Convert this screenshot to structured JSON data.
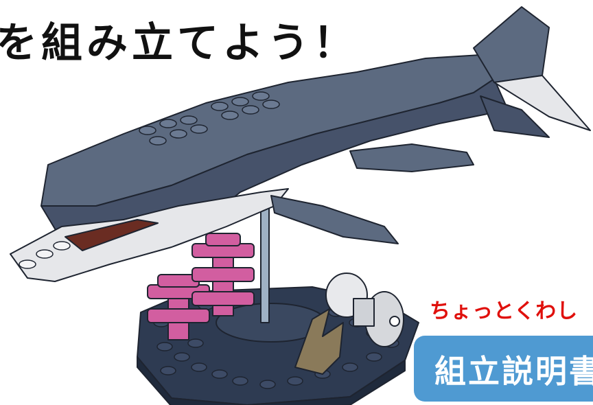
{
  "headline": {
    "text": "を組み立てよう！"
  },
  "detail_note": {
    "text": "ちょっとくわし"
  },
  "manual_button": {
    "label": "組立説明書"
  },
  "illustration": {
    "subject": "brick-built whale model on display stand with coral",
    "colors": {
      "body": "#5c6a80",
      "body_dark": "#46526a",
      "belly": "#e6e7ea",
      "outline": "#1e2430",
      "base": "#2e3b52",
      "coral": "#d25ea0",
      "stand": "#9fb1c4",
      "mouth": "#6a2c22",
      "bronze": "#8a7a5a"
    }
  }
}
